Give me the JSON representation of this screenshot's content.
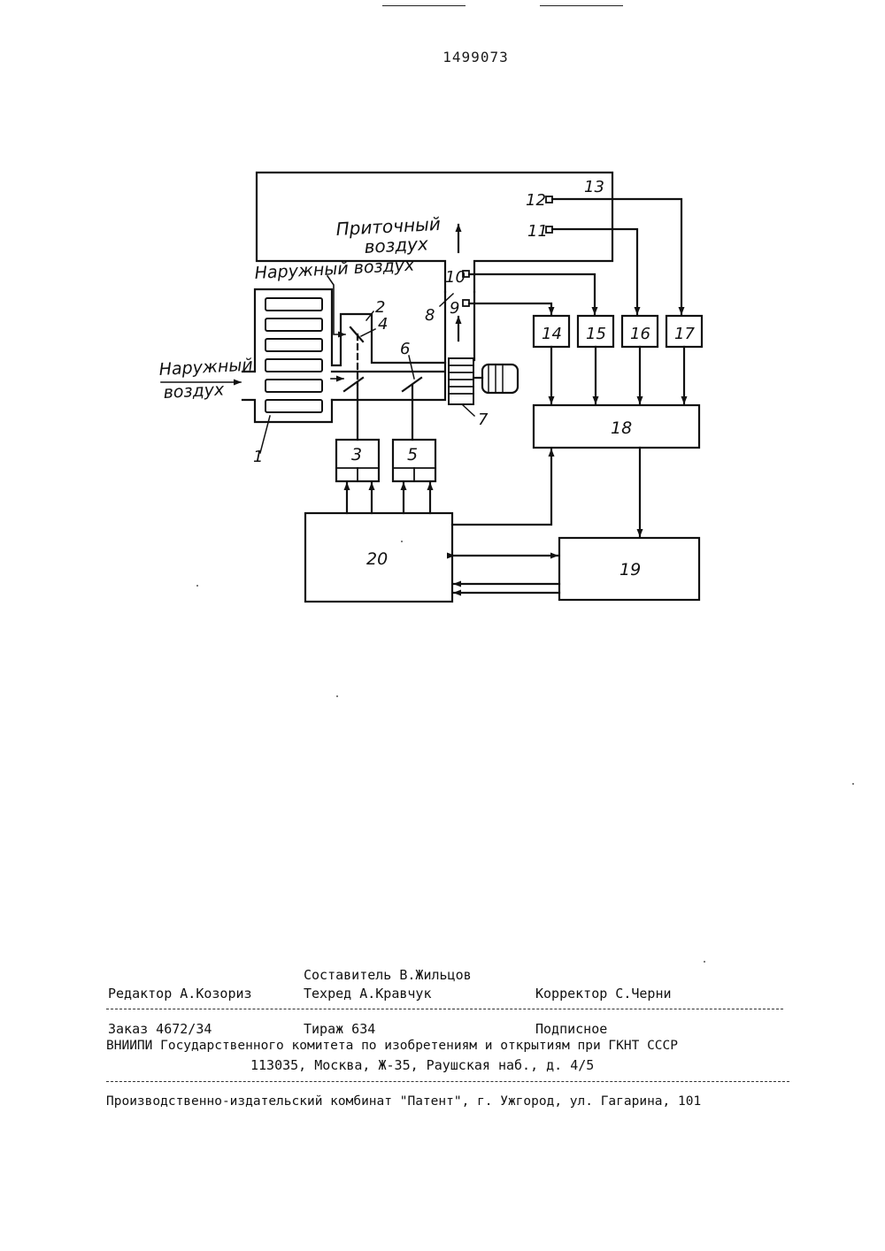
{
  "patent_number": "1499073",
  "diagram": {
    "labels": {
      "supply_air": [
        "Приточный",
        "воздух"
      ],
      "outdoor_air_top": "Наружный воздух",
      "outdoor_air_left": [
        "Наружный",
        "воздух"
      ]
    },
    "numbers": {
      "n1": "1",
      "n2": "2",
      "n3": "3",
      "n4": "4",
      "n5": "5",
      "n6": "6",
      "n7": "7",
      "n8": "8",
      "n9": "9",
      "n10": "10",
      "n11": "11",
      "n12": "12",
      "n13": "13",
      "n14": "14",
      "n15": "15",
      "n16": "16",
      "n17": "17",
      "n18": "18",
      "n19": "19",
      "n20": "20"
    }
  },
  "footer": {
    "compiler": "Составитель В.Жильцов",
    "editor": "Редактор А.Козориз",
    "techred": "Техред А.Кравчук",
    "corrector": "Корректор С.Черни",
    "order": "Заказ 4672/34",
    "circulation": "Тираж 634",
    "subscription": "Подписное",
    "org": "ВНИИПИ Государственного комитета по изобретениям и открытиям при ГКНТ СССР",
    "address": "113035, Москва, Ж-35, Раушская наб., д. 4/5",
    "publisher": "Производственно-издательский комбинат \"Патент\", г. Ужгород, ул. Гагарина, 101"
  }
}
